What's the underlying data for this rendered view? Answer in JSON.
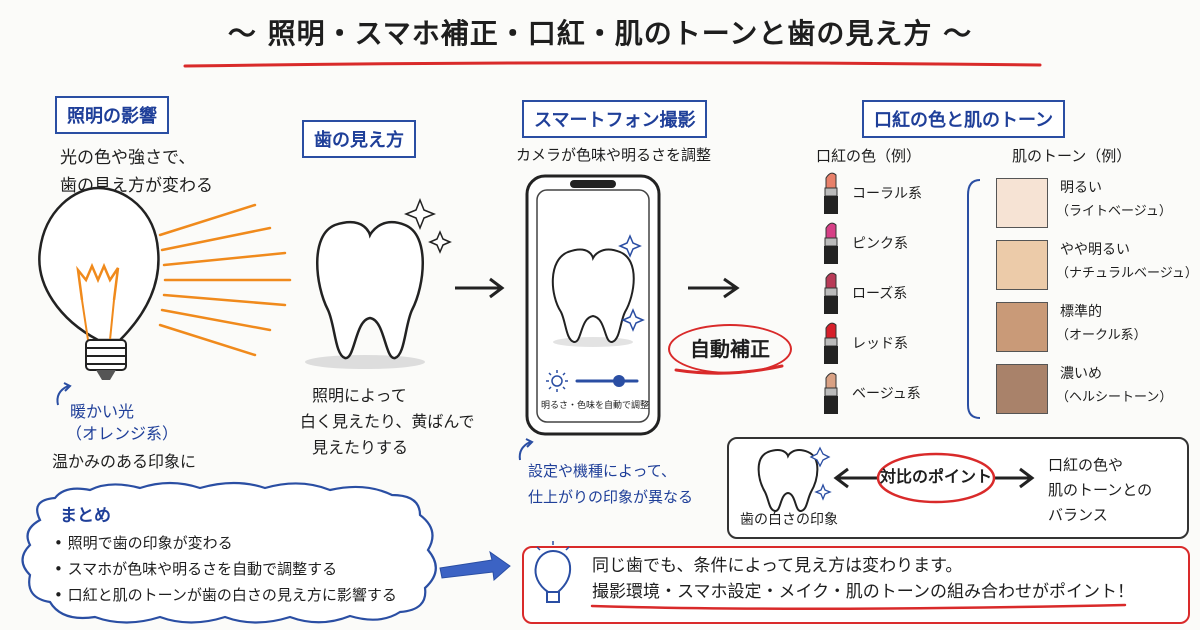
{
  "title": "〜 照明・スマホ補正・口紅・肌のトーンと歯の見え方 〜",
  "lighting": {
    "heading": "照明の影響",
    "desc_line1": "光の色や強さで、",
    "desc_line2": "歯の見え方が変わる",
    "warm_line1": "暖かい光",
    "warm_line2": "（オレンジ系）",
    "warm_line3": "温かみのある印象に"
  },
  "teeth": {
    "heading": "歯の見え方",
    "desc_line1": "照明によって",
    "desc_line2": "白く見えたり、黄ばんで",
    "desc_line3": "見えたりする"
  },
  "phone": {
    "heading": "スマートフォン撮影",
    "subtitle": "カメラが色味や明るさを調整",
    "screen_caption": "明るさ・色味を自動で調整",
    "note_line1": "設定や機種によって、",
    "note_line2": "仕上がりの印象が異なる",
    "slider_level": 0.7
  },
  "auto_correct": "自動補正",
  "lipstick_skin": {
    "heading": "口紅の色と肌のトーン",
    "lipstick_header": "口紅の色（例）",
    "skin_header": "肌のトーン（例）",
    "lipsticks": [
      {
        "label": "コーラル系",
        "color": "#e8806a"
      },
      {
        "label": "ピンク系",
        "color": "#d63f86"
      },
      {
        "label": "ローズ系",
        "color": "#b83a57"
      },
      {
        "label": "レッド系",
        "color": "#d61f2a"
      },
      {
        "label": "ベージュ系",
        "color": "#d9a184"
      }
    ],
    "skins": [
      {
        "line1": "明るい",
        "line2": "（ライトベージュ）",
        "color": "#f6e3d4"
      },
      {
        "line1": "やや明るい",
        "line2": "（ナチュラルベージュ）",
        "color": "#eccba9"
      },
      {
        "line1": "標準的",
        "line2": "（オークル系）",
        "color": "#c99a78"
      },
      {
        "line1": "濃いめ",
        "line2": "（ヘルシートーン）",
        "color": "#a9826a"
      }
    ]
  },
  "contrast": {
    "left_label": "歯の白さの印象",
    "center_label": "対比のポイント",
    "right_line1": "口紅の色や",
    "right_line2": "肌のトーンとの",
    "right_line3": "バランス"
  },
  "summary": {
    "title": "まとめ",
    "items": [
      "照明で歯の印象が変わる",
      "スマホが色味や明るさを自動で調整する",
      "口紅と肌のトーンが歯の白さの見え方に影響する"
    ]
  },
  "conclusion": {
    "line1": "同じ歯でも、条件によって見え方は変わります。",
    "line2": "撮影環境・スマホ設定・メイク・肌のトーンの組み合わせがポイント！"
  },
  "colors": {
    "blue": "#2a4ea3",
    "red": "#d92a2a",
    "orange": "#f08a1c"
  }
}
